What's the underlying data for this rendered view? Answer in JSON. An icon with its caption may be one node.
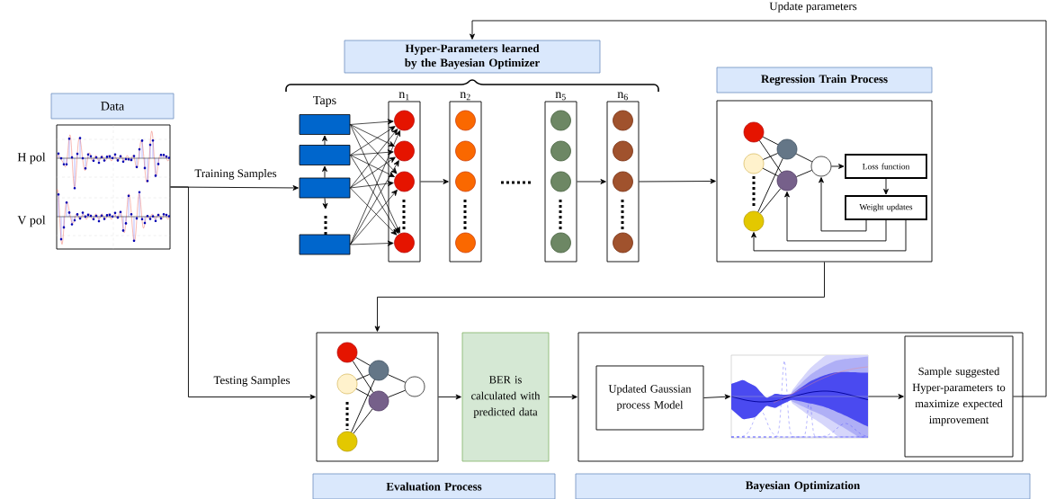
{
  "diagram": {
    "nodes": [
      {
        "text": [
          "Hyper-Parameters learned by the Bayesian Optimizer"
        ]
      },
      {
        "text": [
          "Data"
        ]
      },
      {
        "text": [],
        "shape": "picture",
        "beside": [
          "H pol",
          "V pol"
        ]
      },
      {
        "text": [],
        "shape": "box"
      },
      {
        "text": [],
        "shape": "box"
      },
      {
        "text": [],
        "shape": "box"
      },
      {
        "text": [],
        "shape": "box"
      },
      {
        "text": [
          "n$_{1}$"
        ]
      },
      {
        "text": [],
        "shape": "circle",
        "in": 7
      },
      {
        "text": [],
        "shape": "circle",
        "in": 7
      },
      {
        "text": [],
        "shape": "circle",
        "in": 7
      },
      {
        "text": [],
        "shape": "circle",
        "in": 7
      },
      {
        "text": [
          "n$_{2}$"
        ]
      },
      {
        "text": [],
        "shape": "circle",
        "in": 12
      },
      {
        "text": [],
        "shape": "circle",
        "in": 12
      },
      {
        "text": [],
        "shape": "circle",
        "in": 12
      },
      {
        "text": [],
        "shape": "circle",
        "in": 12
      },
      {
        "text": [
          "n$_{5}$"
        ]
      },
      {
        "text": [],
        "shape": "circle",
        "in": 17
      },
      {
        "text": [],
        "shape": "circle",
        "in": 17
      },
      {
        "text": [],
        "shape": "circle",
        "in": 17
      },
      {
        "text": [],
        "shape": "circle",
        "in": 17
      },
      {
        "text": [
          "n$_{6}$"
        ]
      },
      {
        "text": [],
        "shape": "circle",
        "in": 22
      },
      {
        "text": [],
        "shape": "circle",
        "in": 22
      },
      {
        "text": [],
        "shape": "circle",
        "in": 22
      },
      {
        "text": [],
        "shape": "circle",
        "in": 22
      },
      {
        "text": [
          "Regression Train Process"
        ]
      },
      {
        "text": [],
        "shape": "box"
      },
      {
        "text": [],
        "shape": "circle",
        "in": 28
      },
      {
        "text": [],
        "shape": "circle",
        "in": 28
      },
      {
        "text": [],
        "shape": "circle",
        "in": 28
      },
      {
        "text": [],
        "shape": "circle",
        "in": 28
      },
      {
        "text": [],
        "shape": "circle",
        "in": 28
      },
      {
        "text": [],
        "shape": "circle",
        "in": 28
      },
      {
        "text": [
          "Loss function"
        ],
        "in": 28
      },
      {
        "text": [
          "Weight updates"
        ],
        "in": 28
      },
      {
        "text": [],
        "shape": "box"
      },
      {
        "text": [],
        "shape": "circle",
        "in": 37
      },
      {
        "text": [],
        "shape": "circle",
        "in": 37
      },
      {
        "text": [],
        "shape": "circle",
        "in": 37
      },
      {
        "text": [],
        "shape": "circle",
        "in": 37
      },
      {
        "text": [],
        "shape": "circle",
        "in": 37
      },
      {
        "text": [],
        "shape": "circle",
        "in": 37
      },
      {
        "text": [
          "BER is calculated with predicted data"
        ]
      },
      {
        "text": [],
        "shape": "box"
      },
      {
        "text": [
          "Updated Gaussian process Model"
        ],
        "in": 45
      },
      {
        "text": [],
        "shape": "picture",
        "in": 45
      },
      {
        "text": [
          "Sample suggested Hyper-parameters to maximize expected improvement"
        ],
        "in": 45
      },
      {
        "text": [
          "Evaluation Process"
        ]
      },
      {
        "text": [
          "Bayesian Optimization"
        ]
      }
    ],
    "edges": [
      {
        "from": 2,
        "to": 5,
        "arrow": "to",
        "label": "Training Samples"
      },
      {
        "from": 2,
        "to": 37,
        "arrow": "to",
        "label": "Testing Samples"
      },
      {
        "from": 4,
        "to": 3,
        "arrow": "to"
      },
      {
        "from": 5,
        "to": 4,
        "arrow": "to"
      },
      {
        "from": 5,
        "to": null,
        "arrow": "to"
      },
      {
        "from": 3,
        "to": 8,
        "arrow": "to"
      },
      {
        "from": 3,
        "to": 9,
        "arrow": "to"
      },
      {
        "from": 3,
        "to": 10,
        "arrow": "to"
      },
      {
        "from": 3,
        "to": 11,
        "arrow": "to"
      },
      {
        "from": 4,
        "to": 8,
        "arrow": "to"
      },
      {
        "from": 4,
        "to": 9,
        "arrow": "to"
      },
      {
        "from": 4,
        "to": 10,
        "arrow": "to"
      },
      {
        "from": 4,
        "to": 11,
        "arrow": "to"
      },
      {
        "from": 5,
        "to": 8,
        "arrow": "to"
      },
      {
        "from": 5,
        "to": 9,
        "arrow": "to"
      },
      {
        "from": 5,
        "to": 10,
        "arrow": "to"
      },
      {
        "from": 5,
        "to": 11,
        "arrow": "to"
      },
      {
        "from": 6,
        "to": 8,
        "arrow": "to"
      },
      {
        "from": 6,
        "to": 9,
        "arrow": "to"
      },
      {
        "from": 6,
        "to": 10,
        "arrow": "to"
      },
      {
        "from": 6,
        "to": 11,
        "arrow": "to"
      },
      {
        "from": 7,
        "to": 12,
        "arrow": "to"
      },
      {
        "from": 17,
        "to": 22,
        "arrow": "to"
      },
      {
        "from": 22,
        "to": 28,
        "arrow": "to"
      },
      {
        "from": 29,
        "to": 32,
        "arrow": "none"
      },
      {
        "from": 29,
        "to": 33,
        "arrow": "none"
      },
      {
        "from": 30,
        "to": 32,
        "arrow": "none"
      },
      {
        "from": 30,
        "to": 33,
        "arrow": "none"
      },
      {
        "from": 31,
        "to": 32,
        "arrow": "none"
      },
      {
        "from": 31,
        "to": 33,
        "arrow": "none"
      },
      {
        "from": 32,
        "to": 34,
        "arrow": "none"
      },
      {
        "from": 33,
        "to": 34,
        "arrow": "none"
      },
      {
        "from": 34,
        "to": 35,
        "arrow": "to"
      },
      {
        "from": 35,
        "to": 36,
        "arrow": "to"
      },
      {
        "from": 36,
        "to": 34,
        "arrow": "to"
      },
      {
        "from": 36,
        "to": 33,
        "arrow": "to"
      },
      {
        "from": 36,
        "to": 31,
        "arrow": "to"
      },
      {
        "from": 28,
        "to": 37,
        "arrow": "to"
      },
      {
        "from": 38,
        "to": 41,
        "arrow": "none"
      },
      {
        "from": 38,
        "to": 42,
        "arrow": "none"
      },
      {
        "from": 39,
        "to": 41,
        "arrow": "none"
      },
      {
        "from": 39,
        "to": 42,
        "arrow": "none"
      },
      {
        "from": 40,
        "to": 41,
        "arrow": "none"
      },
      {
        "from": 40,
        "to": 42,
        "arrow": "none"
      },
      {
        "from": 41,
        "to": 43,
        "arrow": "none"
      },
      {
        "from": 42,
        "to": 43,
        "arrow": "none"
      },
      {
        "from": 37,
        "to": 44,
        "arrow": "to"
      },
      {
        "from": 44,
        "to": 45,
        "arrow": "to"
      },
      {
        "from": 46,
        "to": 47,
        "arrow": "to"
      },
      {
        "from": 47,
        "to": 48,
        "arrow": "to"
      },
      {
        "from": 48,
        "to": 0,
        "arrow": "to",
        "label": "Update parameters"
      }
    ],
    "labels": [
      "Taps"
    ]
  }
}
